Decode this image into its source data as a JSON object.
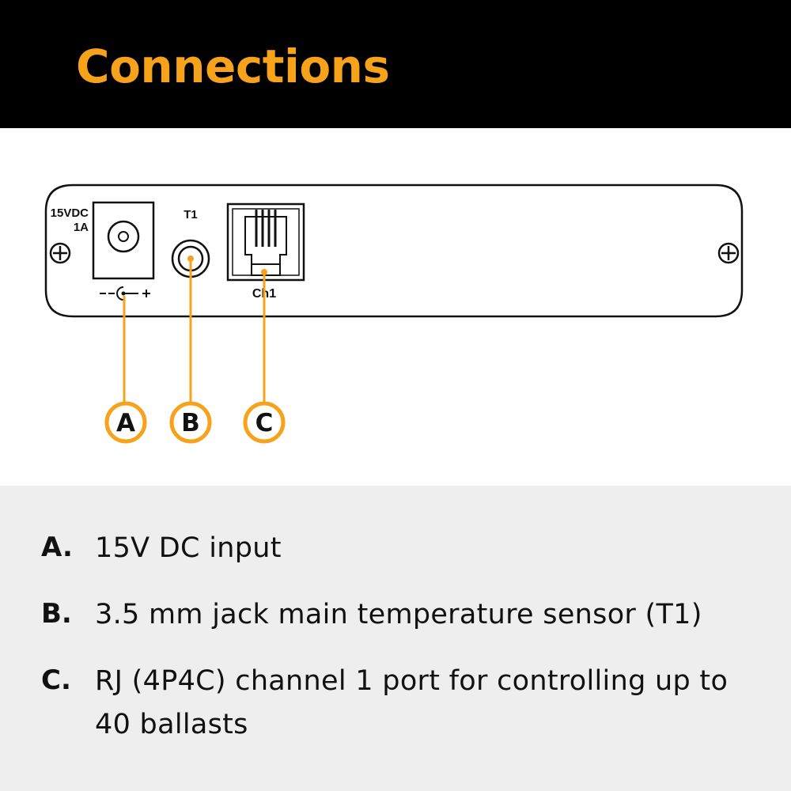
{
  "header": {
    "title": "Connections"
  },
  "colors": {
    "accent": "#f7a21b",
    "header_bg": "#000000",
    "legend_bg": "#eeeeee",
    "outline": "#111111"
  },
  "panel": {
    "power_label_line1": "15VDC",
    "power_label_line2": "1A",
    "polarity_label": "−−◐−+",
    "jack_label": "T1",
    "rj_label": "Ch1"
  },
  "callouts": [
    {
      "letter": "A"
    },
    {
      "letter": "B"
    },
    {
      "letter": "C"
    }
  ],
  "legend": [
    {
      "letter": "A.",
      "text": "15V DC input"
    },
    {
      "letter": "B.",
      "text": "3.5 mm jack main temperature sensor (T1)"
    },
    {
      "letter": "C.",
      "text": "RJ (4P4C) channel 1 port for controlling up to 40 ballasts"
    }
  ]
}
